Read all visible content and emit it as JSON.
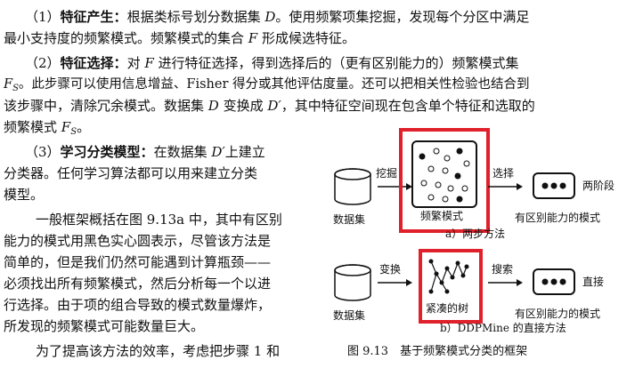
{
  "para1": {
    "l1_prefix": "（1）",
    "l1_bold": "特征产生：",
    "l1_rest_a": "根据类标号划分数据集 ",
    "l1_var": "D",
    "l1_rest_b": "。使用频繁项集挖掘，发现每个分区中满足",
    "l2_a": "最小支持度的频繁模式。频繁模式的集合 ",
    "l2_var": "F",
    "l2_b": " 形成候选特征。"
  },
  "para2": {
    "l1_prefix": "（2）",
    "l1_bold": "特征选择：",
    "l1_a": "对 ",
    "l1_var": "F",
    "l1_b": " 进行特征选择，得到选择后的（更有区别能力的）频繁模式集",
    "l2_var": "F",
    "l2_sub": "S",
    "l2_a": "。此步骤可以使用信息增益、Fisher 得分或其他评估度量。还可以把相关性检验也结合到",
    "l3_a": "该步骤中，清除冗余模式。数据集 ",
    "l3_var1": "D",
    "l3_b": " 变换成 ",
    "l3_var2": "D′",
    "l3_c": "，其中特征空间现在包含单个特征和选取的",
    "l4_a": "频繁模式 ",
    "l4_var": "F",
    "l4_sub": "S",
    "l4_b": "。"
  },
  "para3": {
    "l1_prefix": "（3）",
    "l1_bold": "学习分类模型：",
    "l1_a": "在数据集 ",
    "l1_var": "D′",
    "l1_b": "上建立",
    "l2": "分类器。任何学习算法都可以用来建立分类",
    "l3": "模型。"
  },
  "para4": {
    "l1": "一般框架概括在图 9.13a 中，其中有区别",
    "l2": "能力的模式用黑色实心圆表示，尽管该方法是",
    "l3": "简单的，但是我们仍然可能遇到计算瓶颈——",
    "l4": "必须找出所有频繁模式，然后分析每一个以进",
    "l5": "行选择。由于项的组合导致的模式数量爆炸，",
    "l6": "所发现的频繁模式可能数量巨大。"
  },
  "para5": {
    "l1": "为了提高该方法的效率，考虑把步骤 1 和"
  },
  "figure": {
    "top": {
      "db_label": "数据集",
      "mine_label": "挖掘",
      "freq_label": "频繁模式",
      "select_label": "选择",
      "disc_label": "有区别能力的模式",
      "two_step_label": "两阶段",
      "sub_caption": "a）两步方法"
    },
    "bottom": {
      "db_label": "数据集",
      "transform_label": "变换",
      "tree_label": "紧凑的树",
      "search_label": "搜索",
      "disc_label": "有区别能力的模式",
      "direct_label": "直接",
      "sub_caption": "b）DDPMine 的直接方法"
    },
    "caption": "图 9.13　基于频繁模式分类的框架",
    "highlight_color": "#e0202a"
  }
}
